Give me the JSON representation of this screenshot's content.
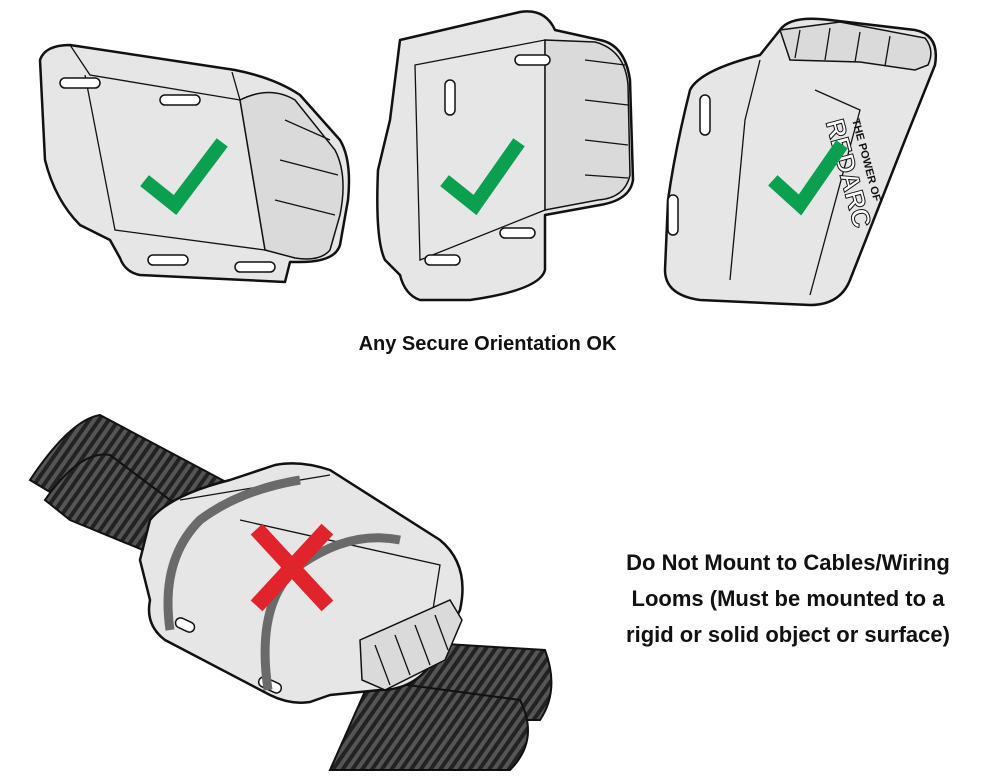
{
  "captions": {
    "ok": "Any Secure Orientation OK",
    "not_ok": [
      "Do Not Mount to Cables/Wiring",
      "Looms (Must be mounted to a",
      "rigid or solid object or surface)"
    ]
  },
  "device_branding": {
    "line1": "THE POWER OF",
    "line2": "REDARC"
  },
  "icons": {
    "ok": "check-mark-icon",
    "not_ok": "cross-mark-icon"
  },
  "colors": {
    "check": "#0aa04f",
    "cross": "#e1232b",
    "device": "#e6e6e6",
    "strap": "#6a6a6a"
  }
}
